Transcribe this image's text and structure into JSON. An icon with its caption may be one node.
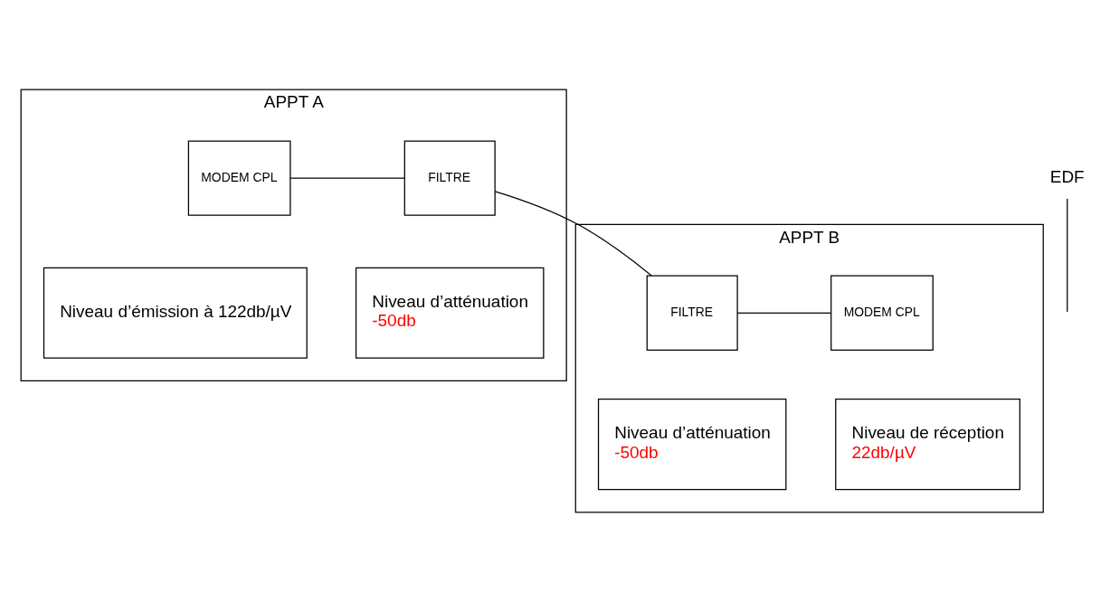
{
  "diagram": {
    "nodes": [
      {
        "text": [
          "APPT A"
        ]
      },
      {
        "text": [
          "MODEM CPL"
        ],
        "in": 0
      },
      {
        "text": [
          "FILTRE"
        ],
        "in": 0
      },
      {
        "text": [
          "Niveau d’émission à 122db/µV"
        ],
        "in": 0
      },
      {
        "text": [
          "Niveau d’atténuation",
          "-50db"
        ],
        "in": 0
      },
      {
        "text": [
          "EDF"
        ]
      },
      {
        "text": [
          "APPT B"
        ]
      },
      {
        "text": [
          "FILTRE"
        ],
        "in": 6
      },
      {
        "text": [
          "MODEM CPL"
        ],
        "in": 6
      },
      {
        "text": [
          "Niveau d’atténuation",
          "-50db"
        ],
        "in": 6
      },
      {
        "text": [
          "Niveau de réception",
          "22db/µV"
        ],
        "in": 6
      }
    ],
    "edges": [
      {
        "from": 1,
        "to": 2,
        "arrow": "none"
      },
      {
        "from": 2,
        "to": 7,
        "arrow": "none"
      },
      {
        "from": 7,
        "to": 8,
        "arrow": "none"
      },
      {
        "from": 5,
        "to": null,
        "arrow": "none"
      }
    ]
  }
}
